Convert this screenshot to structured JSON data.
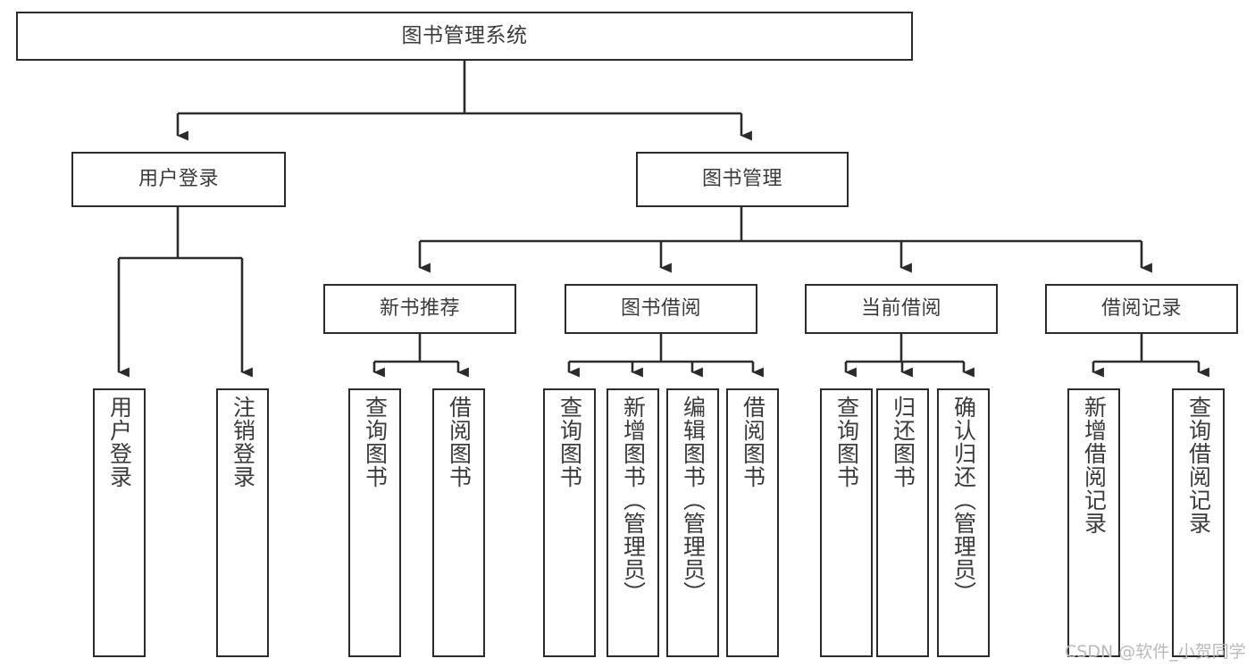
{
  "diagram": {
    "title": "图书管理系统",
    "type": "tree",
    "watermark": "CSDN @软件_小贺同学",
    "colors": {
      "box_border": "#2b2b2b",
      "box_fill": "#ffffff",
      "edge": "#2b2b2b",
      "text": "#3b3b3b",
      "watermark": "#b9b9b9",
      "background": "#ffffff"
    },
    "levels": {
      "root": {
        "label": "图书管理系统"
      },
      "level2": [
        {
          "label": "用户登录"
        },
        {
          "label": "图书管理"
        }
      ],
      "level3": [
        {
          "label": "新书推荐"
        },
        {
          "label": "图书借阅"
        },
        {
          "label": "当前借阅"
        },
        {
          "label": "借阅记录"
        }
      ]
    },
    "leaves": {
      "user_login": [
        {
          "label": "用户登录"
        },
        {
          "label": "注销登录"
        }
      ],
      "new_book_recommend": [
        {
          "label": "查询图书"
        },
        {
          "label": "借阅图书"
        }
      ],
      "book_borrow": [
        {
          "label": "查询图书"
        },
        {
          "label": "新增图书（管理员）"
        },
        {
          "label": "编辑图书（管理员）"
        },
        {
          "label": "借阅图书"
        }
      ],
      "current_borrow": [
        {
          "label": "查询图书"
        },
        {
          "label": "归还图书"
        },
        {
          "label": "确认归还（管理员）"
        }
      ],
      "borrow_record": [
        {
          "label": "新增借阅记录"
        },
        {
          "label": "查询借阅记录"
        }
      ]
    }
  }
}
